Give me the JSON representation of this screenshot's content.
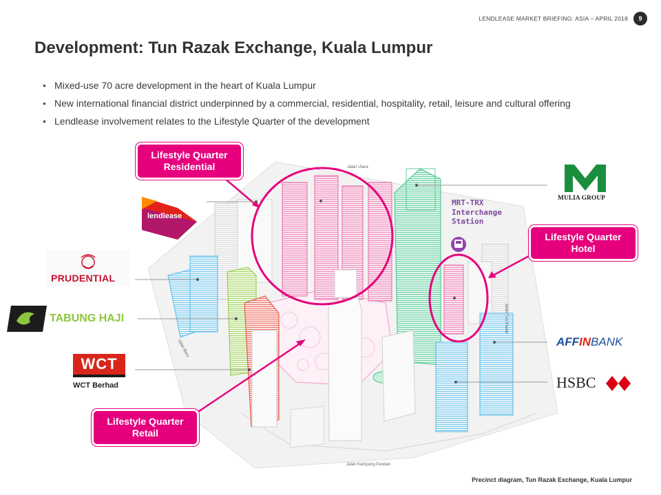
{
  "header": {
    "briefing": "LENDLEASE MARKET BRIEFING: ASIA – APRIL 2018",
    "page_number": "9"
  },
  "title": "Development: Tun Razak Exchange, Kuala Lumpur",
  "bullets": [
    "Mixed-use 70 acre development in the heart of Kuala Lumpur",
    "New international financial district underpinned by a commercial, residential, hospitality, retail, leisure and cultural offering",
    "Lendlease involvement relates to the Lifestyle Quarter of the development"
  ],
  "callouts": {
    "residential": [
      "Lifestyle Quarter",
      "Residential"
    ],
    "hotel": [
      "Lifestyle Quarter",
      "Hotel"
    ],
    "retail": [
      "Lifestyle Quarter",
      "Retail"
    ]
  },
  "mrt_label": [
    "MRT-TRX",
    "Interchange",
    "Station"
  ],
  "road_labels": {
    "jalan_utara": "Jalan Utara",
    "jalan_tun_razak": "Jalan Tun Razak",
    "jalan_baru": "Jalan Baru",
    "jalan_kampung_pandan": "Jalan Kampung Pandan"
  },
  "logos": {
    "lendlease": "lendlease",
    "prudential": "PRUDENTIAL",
    "tabung_haji": "TABUNG HAJI",
    "wct_mark": "WCT",
    "wct_name": "WCT Berhad",
    "mulia": "MULIA GROUP",
    "affin_a": "AFF",
    "affin_in": "IN",
    "affin_bank": "BANK",
    "hsbc": "HSBC"
  },
  "caption": "Precinct diagram, Tun Razak Exchange, Kuala Lumpur",
  "colors": {
    "accent_pink": "#e6007e",
    "lendlease_red": "#e2231a",
    "prudential_red": "#c8102e",
    "tabung_green": "#8dc63f",
    "mulia_green": "#1b8e3e",
    "affin_blue": "#1d4f9c",
    "hsbc_red": "#db0011",
    "tower_green": "#3cc28a",
    "tower_blue": "#4fb8e6"
  }
}
